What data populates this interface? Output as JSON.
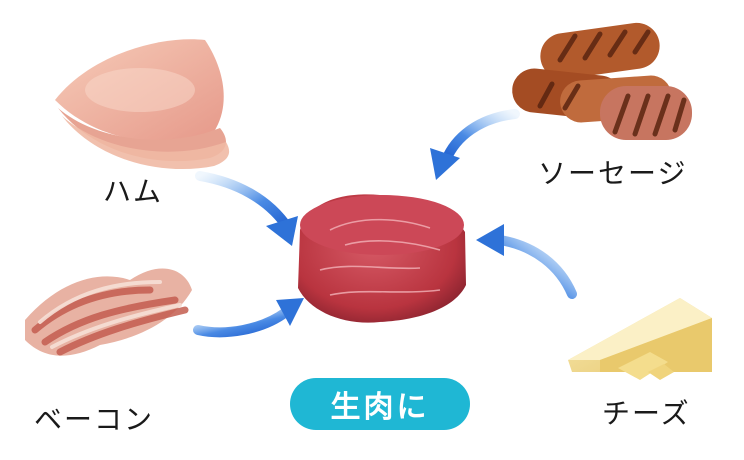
{
  "center": {
    "label": "生肉に"
  },
  "items": {
    "ham": {
      "label": "ハム"
    },
    "sausage": {
      "label": "ソーセージ"
    },
    "bacon": {
      "label": "ベーコン"
    },
    "cheese": {
      "label": "チーズ"
    }
  },
  "colors": {
    "pill": "#1fb7d4",
    "arrow": "#2e72d8",
    "meat": "#c0404f",
    "ham": "#f1b7a2",
    "sausage": "#b4572b",
    "bacon": "#d98b7d",
    "cheese": "#f2dd8e"
  }
}
